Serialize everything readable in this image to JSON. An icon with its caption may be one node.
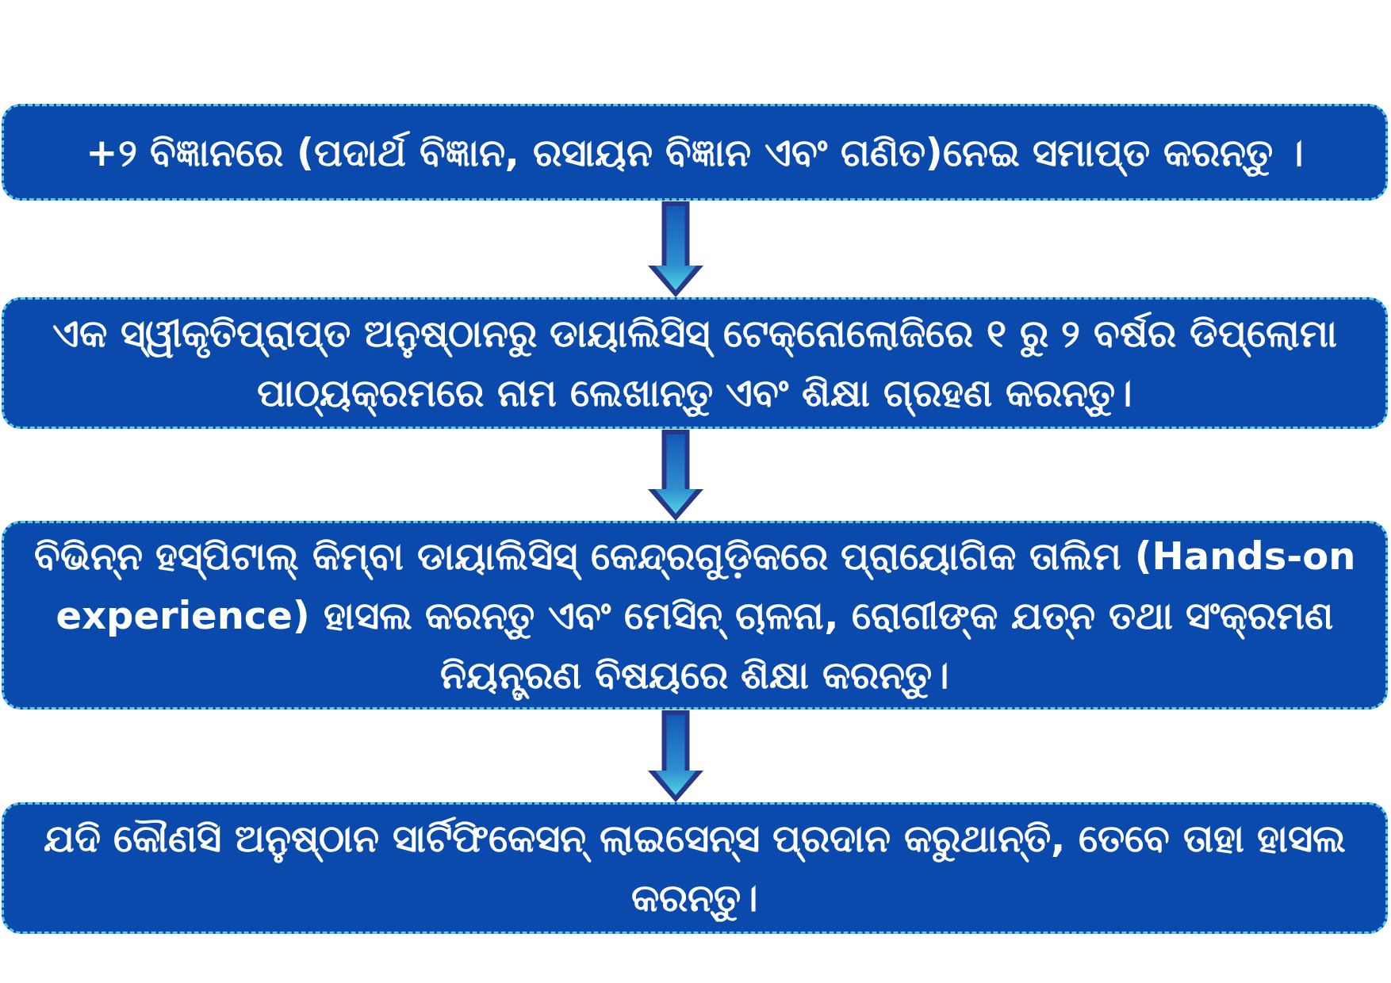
{
  "diagram": {
    "nodes": [
      {
        "text": [
          "+୨ ବିଜ୍ଞାନରେ (ପଦାର୍ଥ ବିଜ୍ଞାନ, ରସାୟନ ବିଜ୍ଞାନ ଏବଂ ଗଣିତ)ନେଇ ସମାପ୍ତ କରନ୍ତୁ ।"
        ]
      },
      {
        "text": [
          "ଏକ ସ୍ୱୀକୃତିପ୍ରାପ୍ତ ଅନୁଷ୍ଠାନରୁ ଡାୟାଲିସିସ୍ ଟେକ୍ନୋଲୋଜିରେ ୧ ରୁ ୨ ବର୍ଷର ଡିପ୍ଲୋମା ପାଠ୍ୟକ୍ରମରେ ନାମ ଲେଖାନ୍ତୁ ଏବଂ ଶିକ୍ଷା ଗ୍ରହଣ କରନ୍ତୁ।"
        ]
      },
      {
        "text": [
          "ବିଭିନ୍ନ ହସ୍ପିଟାଲ୍ କିମ୍ବା ଡାୟାଲିସିସ୍ କେନ୍ଦ୍ରଗୁଡ଼ିକରେ ପ୍ରାୟୋଗିକ ତାଲିମ (Hands-on experience) ହାସଲ କରନ୍ତୁ ଏବଂ ମେସିନ୍ ଚାଳନା, ରୋଗୀଙ୍କ ଯତ୍ନ ତଥା ସଂକ୍ରମଣ ନିୟନ୍ତ୍ରଣ ବିଷୟରେ ଶିକ୍ଷା କରନ୍ତୁ।"
        ]
      },
      {
        "text": [
          "ଯଦି କୌଣସି ଅନୁଷ୍ଠାନ ସାର୍ଟିଫିକେସନ୍ ଲାଇସେନ୍ସ ପ୍ରଦାନ କରୁଥାନ୍ତି, ତେବେ ତାହା ହାସଲ କରନ୍ତୁ।"
        ]
      }
    ],
    "edges": [
      {
        "from": 0,
        "to": 1,
        "arrow": "to"
      },
      {
        "from": 1,
        "to": 2,
        "arrow": "to"
      },
      {
        "from": 2,
        "to": 3,
        "arrow": "to"
      }
    ]
  }
}
